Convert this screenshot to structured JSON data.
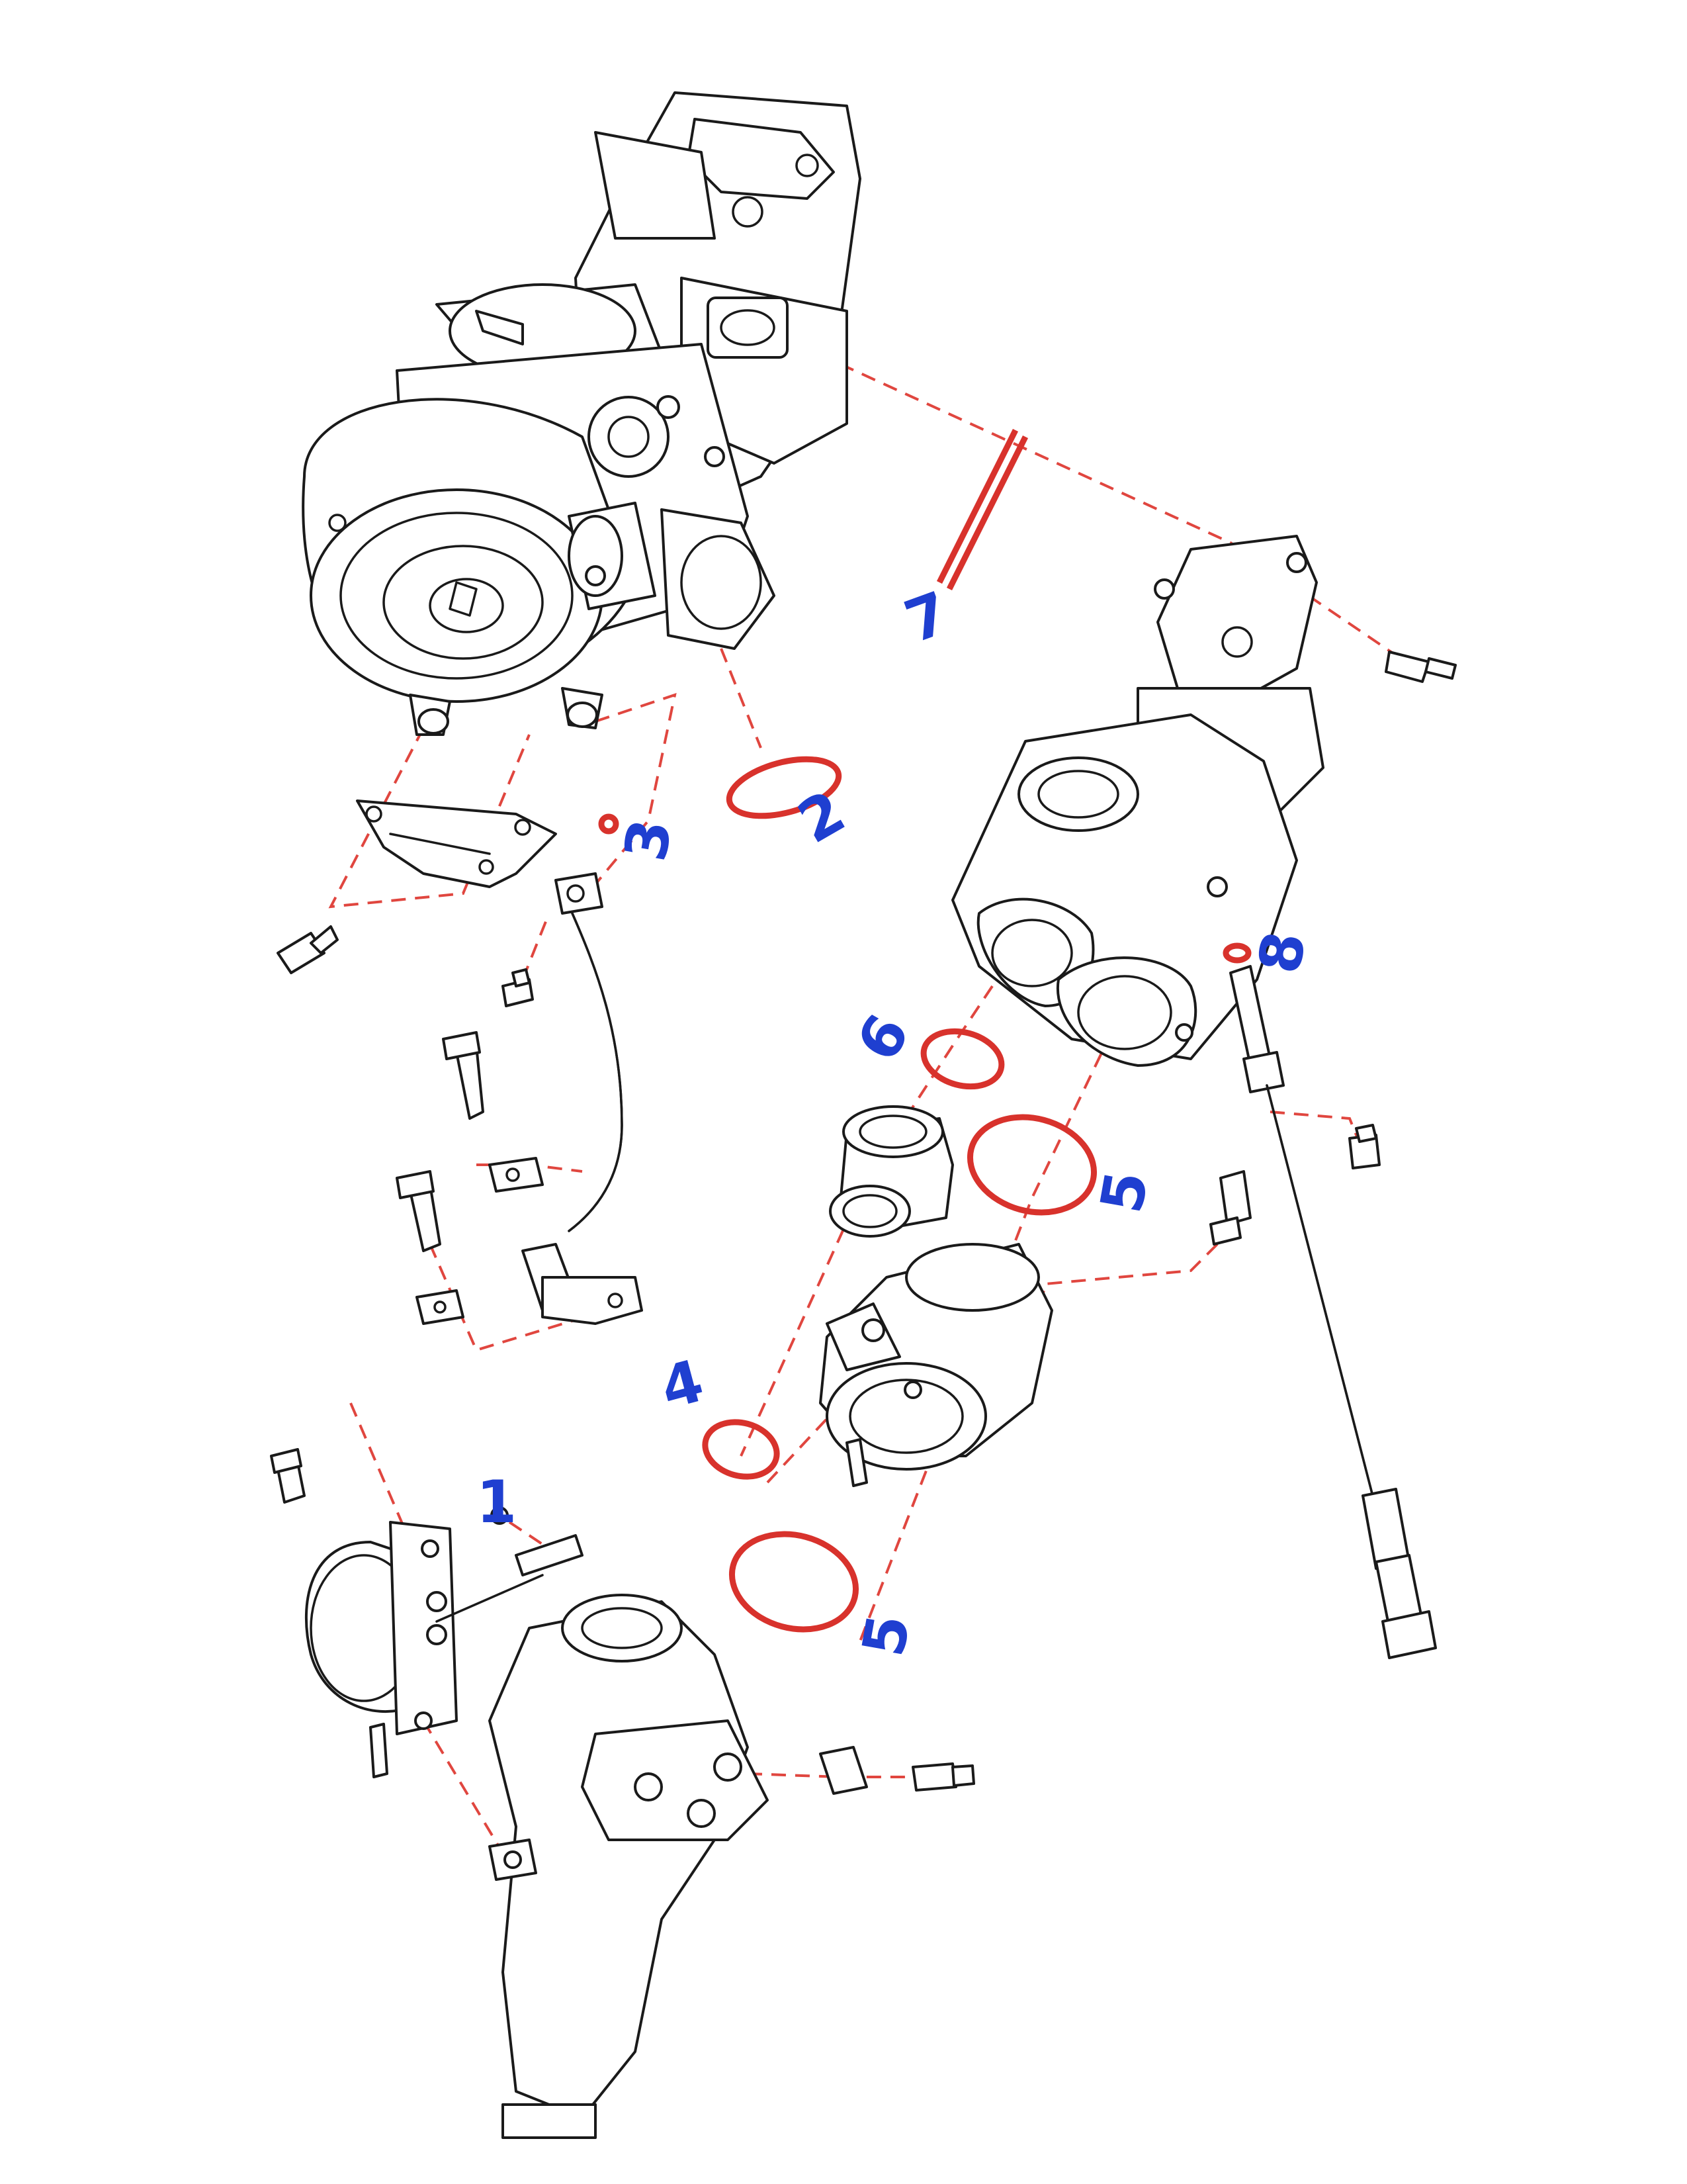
{
  "colors": {
    "line_art": "#1a1a1a",
    "leader_line": "#e0463f",
    "seal_highlight": "#d8322c",
    "annotation_ink": "#1f3fd0"
  },
  "callouts": [
    {
      "label": "1"
    },
    {
      "label": "2"
    },
    {
      "label": "3"
    },
    {
      "label": "4"
    },
    {
      "label": "5"
    },
    {
      "label": "5"
    },
    {
      "label": "6"
    },
    {
      "label": "7"
    },
    {
      "label": "8"
    }
  ]
}
